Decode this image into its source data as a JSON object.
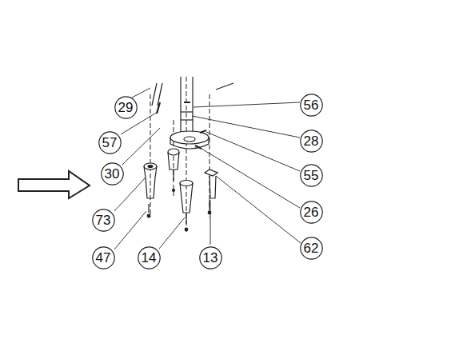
{
  "diagram": {
    "nodes": [
      {
        "text": [
          "29"
        ]
      },
      {
        "text": [
          "56"
        ]
      },
      {
        "text": [
          "57"
        ]
      },
      {
        "text": [
          "28"
        ]
      },
      {
        "text": [
          "30"
        ]
      },
      {
        "text": [
          "55"
        ]
      },
      {
        "text": [
          "26"
        ]
      },
      {
        "text": [
          "73"
        ]
      },
      {
        "text": [
          "62"
        ]
      },
      {
        "text": [
          "47"
        ]
      },
      {
        "text": [
          "14"
        ]
      },
      {
        "text": [
          "13"
        ]
      }
    ],
    "edges": []
  }
}
